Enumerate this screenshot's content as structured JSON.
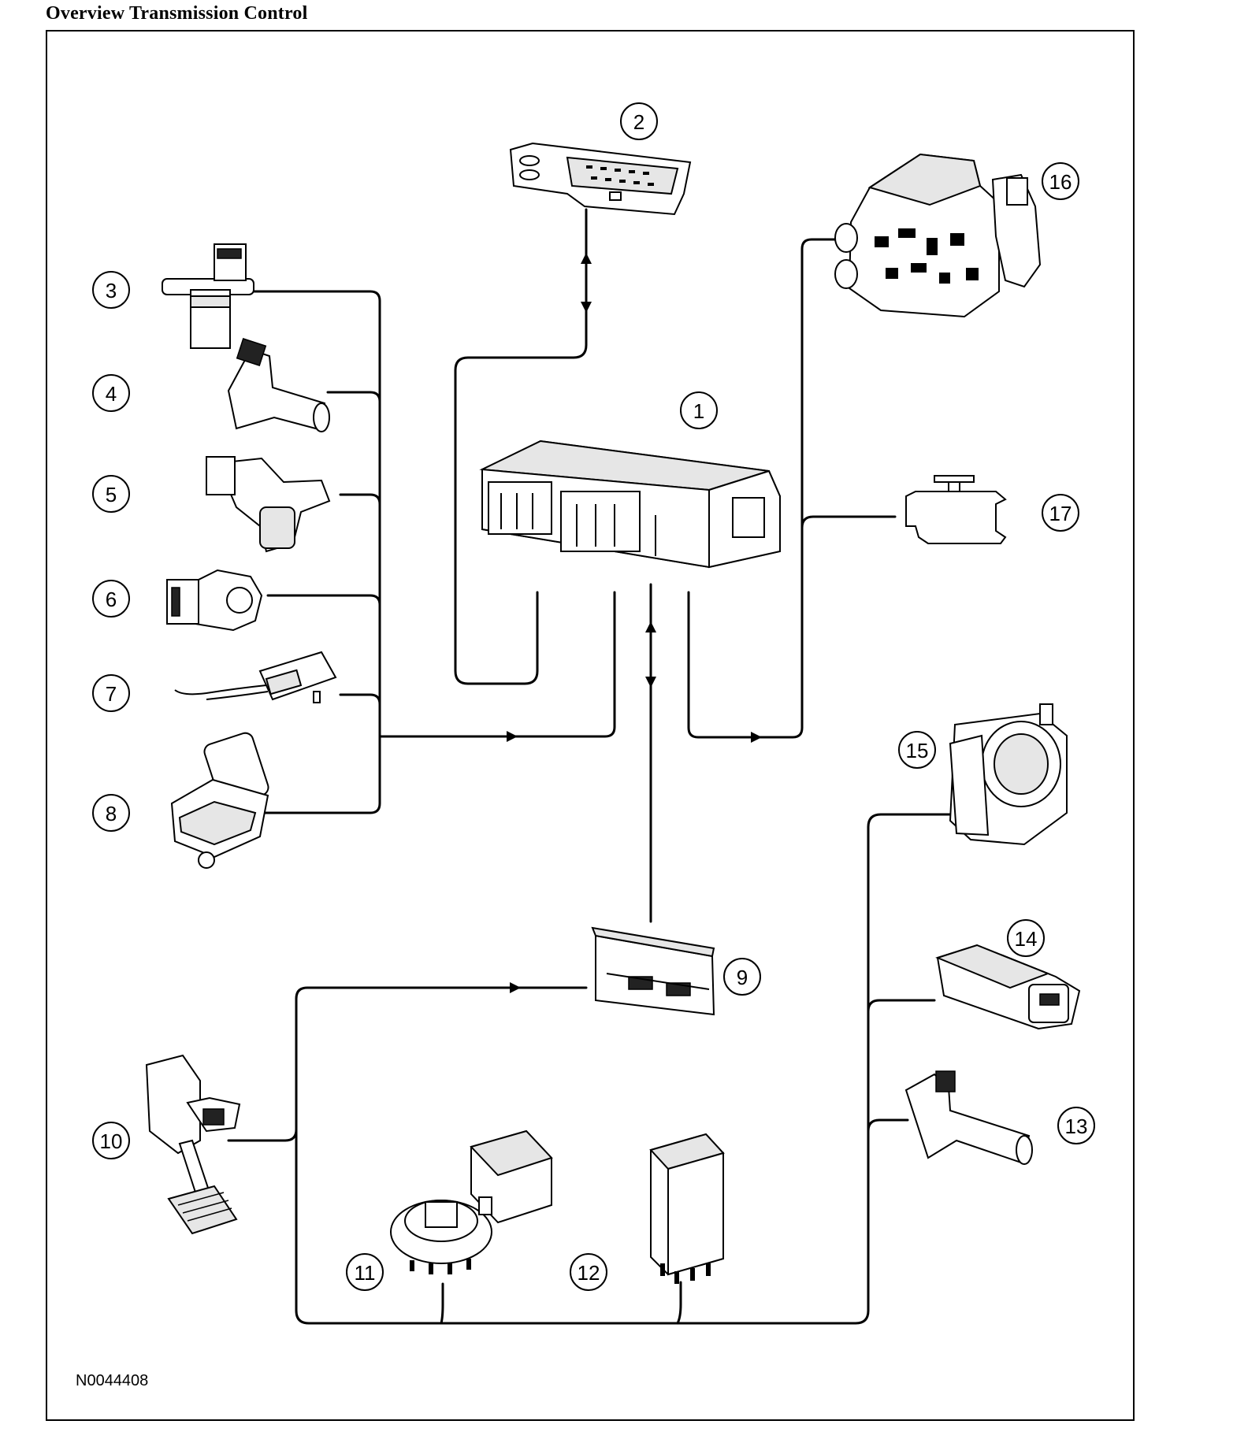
{
  "title": "Overview Transmission Control",
  "figure_code": "N0044408",
  "callouts": [
    "1",
    "2",
    "3",
    "4",
    "5",
    "6",
    "7",
    "8",
    "9",
    "10",
    "11",
    "12",
    "13",
    "14",
    "15",
    "16",
    "17"
  ]
}
